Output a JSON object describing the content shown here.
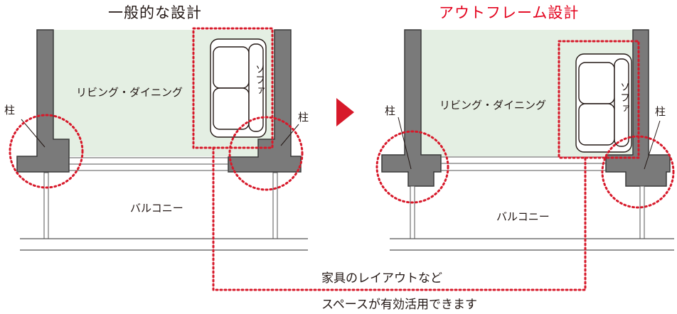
{
  "left": {
    "title": "一般的な設計",
    "room_label": "リビング・ダイニング",
    "balcony_label": "バルコニー",
    "sofa_label": "ソファ",
    "column_label": "柱"
  },
  "right": {
    "title": "アウトフレーム設計",
    "room_label": "リビング・ダイニング",
    "balcony_label": "バルコニー",
    "sofa_label": "ソファ",
    "column_label": "柱"
  },
  "caption": {
    "line1": "家具のレイアウトなど",
    "line2": "スペースが有効活用できます"
  },
  "colors": {
    "room_fill": "#e4efe3",
    "column_fill": "#7a7a7a",
    "dotted_highlight": "#d7192a",
    "title_highlight": "#e3001b",
    "arrow": "#d7192a",
    "text": "#231815"
  }
}
